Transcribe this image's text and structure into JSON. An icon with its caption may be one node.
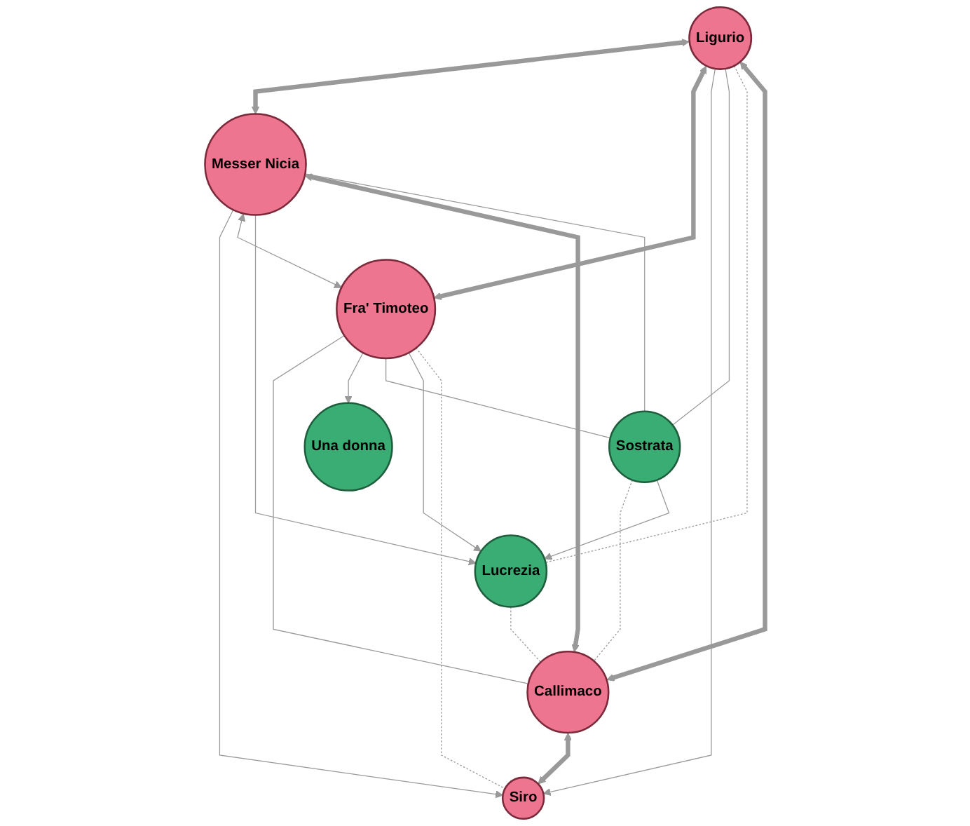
{
  "diagram": {
    "nodes": [
      {
        "text": [
          "Una donna"
        ]
      },
      {
        "text": [
          "Ligurio"
        ]
      },
      {
        "text": [
          "Callimaco"
        ]
      },
      {
        "text": [
          "Sostrata"
        ]
      },
      {
        "text": [
          "Messer Nicia"
        ]
      },
      {
        "text": [
          "Siro"
        ]
      },
      {
        "text": [
          "Fra' Timoteo"
        ]
      },
      {
        "text": [
          "Lucrezia"
        ]
      }
    ],
    "edges": [
      {
        "from": 2,
        "to": 1,
        "arrow": "both",
        "style": "thick"
      },
      {
        "from": 1,
        "to": 4,
        "arrow": "both",
        "style": "thick"
      },
      {
        "from": 1,
        "to": 6,
        "arrow": "both",
        "style": "thick"
      },
      {
        "from": 1,
        "to": 5,
        "arrow": "to"
      },
      {
        "from": 1,
        "to": 3,
        "arrow": "none"
      },
      {
        "from": 1,
        "to": 7,
        "arrow": "none",
        "style": "dashed"
      },
      {
        "from": 2,
        "to": 4,
        "arrow": "both",
        "style": "thick"
      },
      {
        "from": 2,
        "to": 5,
        "arrow": "both",
        "style": "thick"
      },
      {
        "from": 3,
        "to": 2,
        "arrow": "none",
        "style": "dashed"
      },
      {
        "from": 6,
        "to": 2,
        "arrow": "none"
      },
      {
        "from": 7,
        "to": 2,
        "arrow": "none",
        "style": "dashed"
      },
      {
        "from": 6,
        "to": 0,
        "arrow": "to"
      },
      {
        "from": 3,
        "to": 4,
        "arrow": "none"
      },
      {
        "from": 4,
        "to": 5,
        "arrow": "to"
      },
      {
        "from": 4,
        "to": 6,
        "arrow": "both"
      },
      {
        "from": 4,
        "to": 7,
        "arrow": "to"
      },
      {
        "from": 6,
        "to": 3,
        "arrow": "none"
      },
      {
        "from": 6,
        "to": 7,
        "arrow": "to"
      },
      {
        "from": 6,
        "to": 5,
        "arrow": "none",
        "style": "dashed"
      },
      {
        "from": 3,
        "to": 7,
        "arrow": "to"
      }
    ]
  }
}
